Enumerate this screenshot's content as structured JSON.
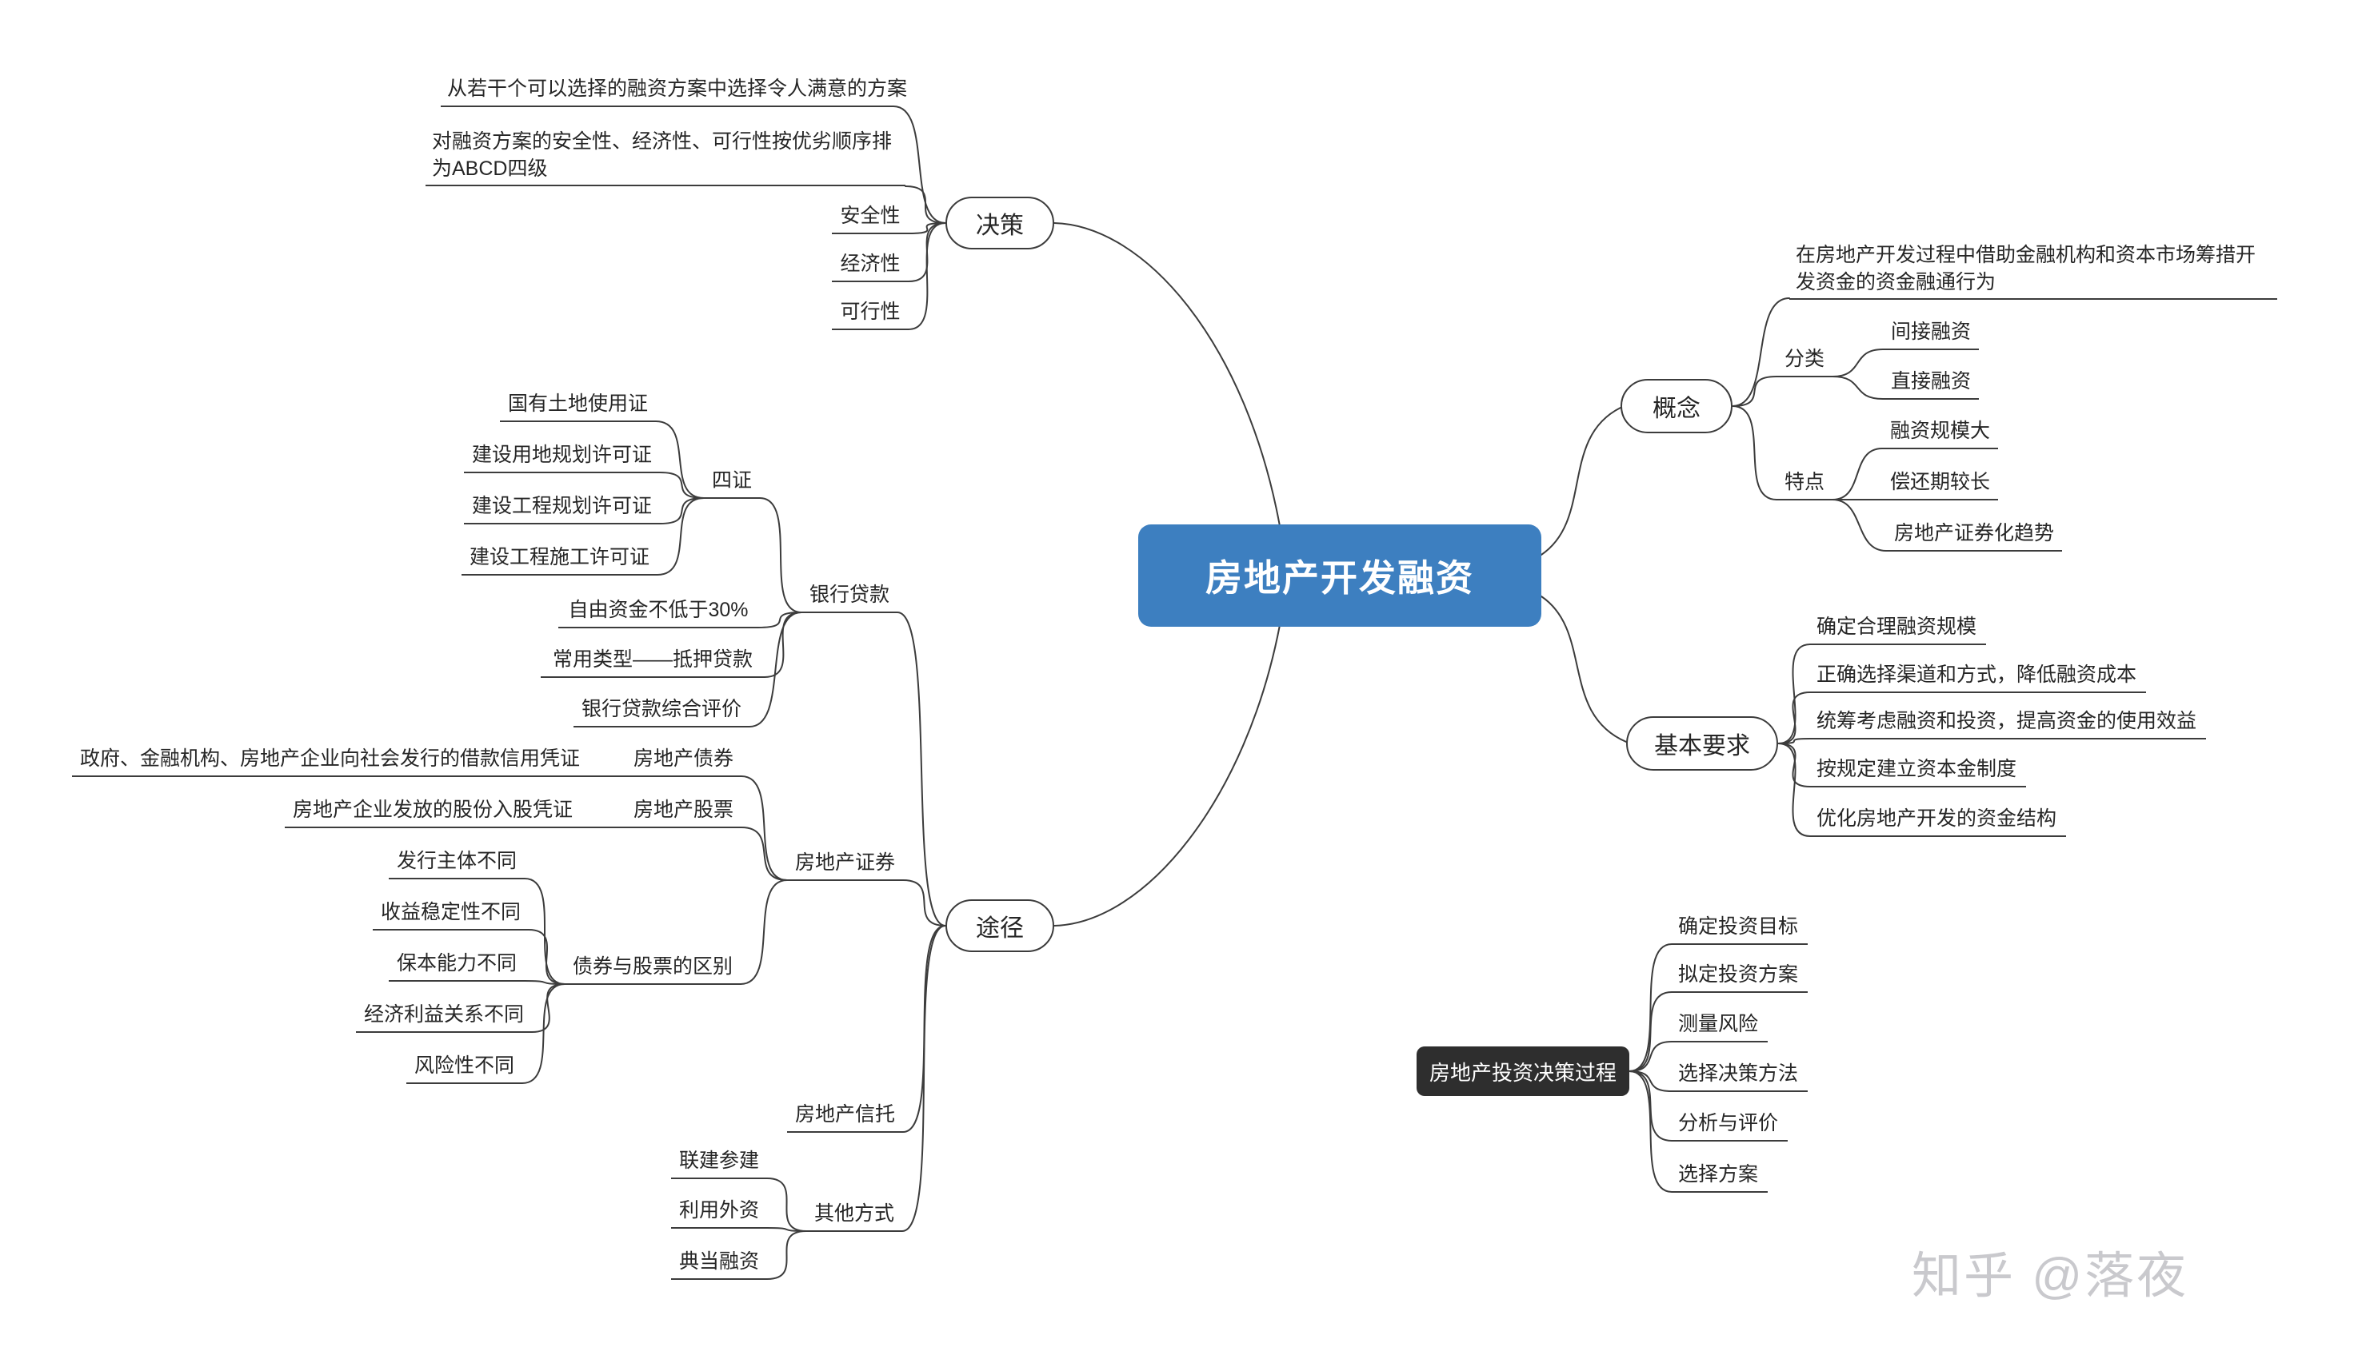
{
  "central": {
    "title": "房地产开发融资"
  },
  "decision": {
    "label": "决策",
    "note1": "从若干个可以选择的融资方案中选择令人满意的方案",
    "note2": "对融资方案的安全性、经济性、可行性按优劣顺序排为ABCD四级",
    "items": [
      "安全性",
      "经济性",
      "可行性"
    ]
  },
  "concept": {
    "label": "概念",
    "definition": "在房地产开发过程中借助金融机构和资本市场筹措开发资金的资金融通行为",
    "classification": {
      "label": "分类",
      "items": [
        "间接融资",
        "直接融资"
      ]
    },
    "features": {
      "label": "特点",
      "items": [
        "融资规模大",
        "偿还期较长",
        "房地产证券化趋势"
      ]
    }
  },
  "basic_requirements": {
    "label": "基本要求",
    "items": [
      "确定合理融资规模",
      "正确选择渠道和方式，降低融资成本",
      "统筹考虑融资和投资，提高资金的使用效益",
      "按规定建立资本金制度",
      "优化房地产开发的资金结构"
    ]
  },
  "channels": {
    "label": "途径",
    "bank_loan": {
      "label": "银行贷款",
      "four_certificates": {
        "label": "四证",
        "items": [
          "国有土地使用证",
          "建设用地规划许可证",
          "建设工程规划许可证",
          "建设工程施工许可证"
        ]
      },
      "items": [
        "自由资金不低于30%",
        "常用类型——抵押贷款",
        "银行贷款综合评价"
      ]
    },
    "securities": {
      "label": "房地产证券",
      "bond": {
        "label": "房地产债券",
        "note": "政府、金融机构、房地产企业向社会发行的借款信用凭证"
      },
      "stock": {
        "label": "房地产股票",
        "note": "房地产企业发放的股份入股凭证"
      },
      "difference": {
        "label": "债券与股票的区别",
        "items": [
          "发行主体不同",
          "收益稳定性不同",
          "保本能力不同",
          "经济利益关系不同",
          "风险性不同"
        ]
      }
    },
    "trust": {
      "label": "房地产信托"
    },
    "other": {
      "label": "其他方式",
      "items": [
        "联建参建",
        "利用外资",
        "典当融资"
      ]
    }
  },
  "investment_process": {
    "label": "房地产投资决策过程",
    "items": [
      "确定投资目标",
      "拟定投资方案",
      "测量风险",
      "选择决策方法",
      "分析与评价",
      "选择方案"
    ]
  },
  "watermark": {
    "text": "知乎 @落夜"
  },
  "colors": {
    "central_bg": "#3d7fc0",
    "dark_node_bg": "#2e2e2e",
    "line": "#3c3c3c",
    "watermark": "#c9c9cd"
  }
}
